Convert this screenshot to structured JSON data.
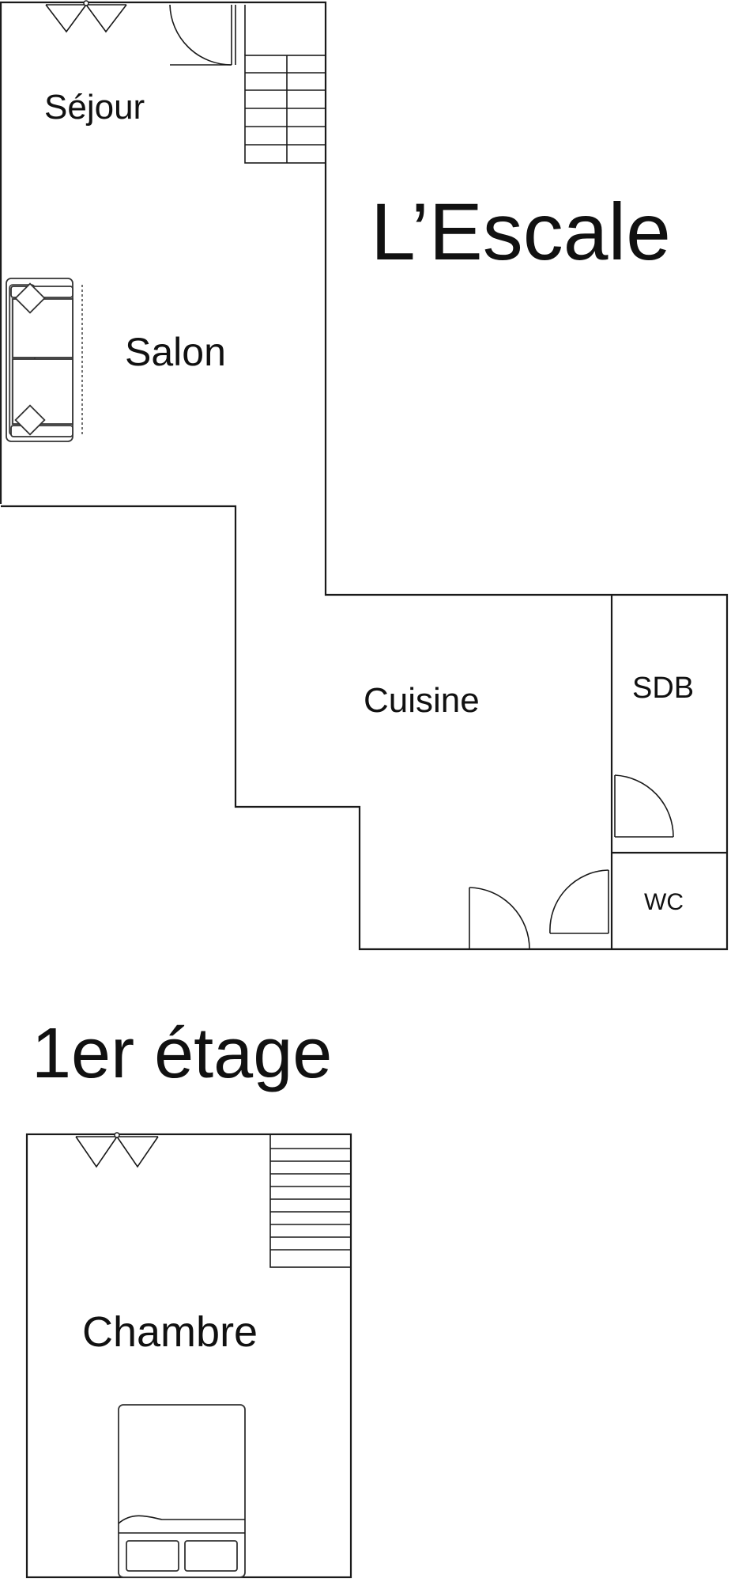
{
  "plan": {
    "title": "L’Escale",
    "floor_heading": "1er étage",
    "rooms": {
      "sejour": "Séjour",
      "salon": "Salon",
      "cuisine": "Cuisine",
      "sdb": "SDB",
      "wc": "WC",
      "chambre": "Chambre"
    }
  }
}
